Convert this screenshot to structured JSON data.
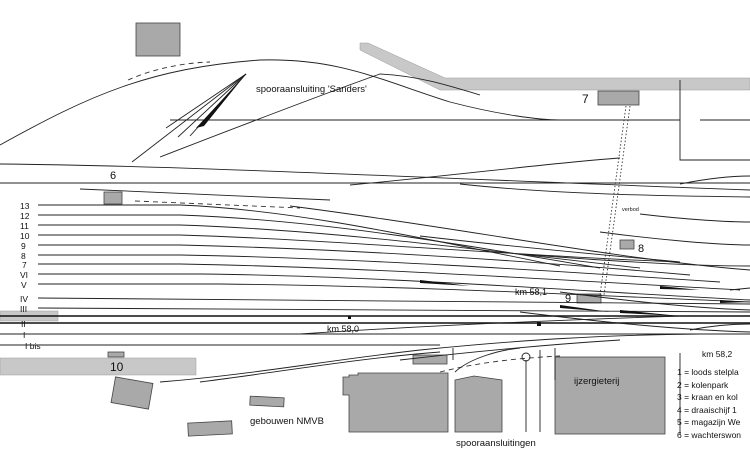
{
  "labels": {
    "siding_sanders": "spooraansluiting 'Sanders'",
    "sidings": "spooraansluitingen",
    "buildings_nmvb": "gebouwen NMVB",
    "foundry": "ijzergieterij",
    "km_581": "km 58,1",
    "km_580": "km 58,0",
    "km_582": "km 58,2",
    "small_note": "verbod"
  },
  "numbers": {
    "n6": "6",
    "n7": "7",
    "n8": "8",
    "n9": "9",
    "n10": "10"
  },
  "track_labels": [
    "13",
    "12",
    "11",
    "10",
    "9",
    "8",
    "7",
    "VI",
    "V",
    "IV",
    "III",
    "II",
    "I",
    "I bis"
  ],
  "legend": [
    "1 = loods stelpla",
    "2 = kolenpark",
    "3 = kraan en kol",
    "4 = draaischijf 1",
    "5 = magazijn We",
    "6 = wachterswon"
  ]
}
